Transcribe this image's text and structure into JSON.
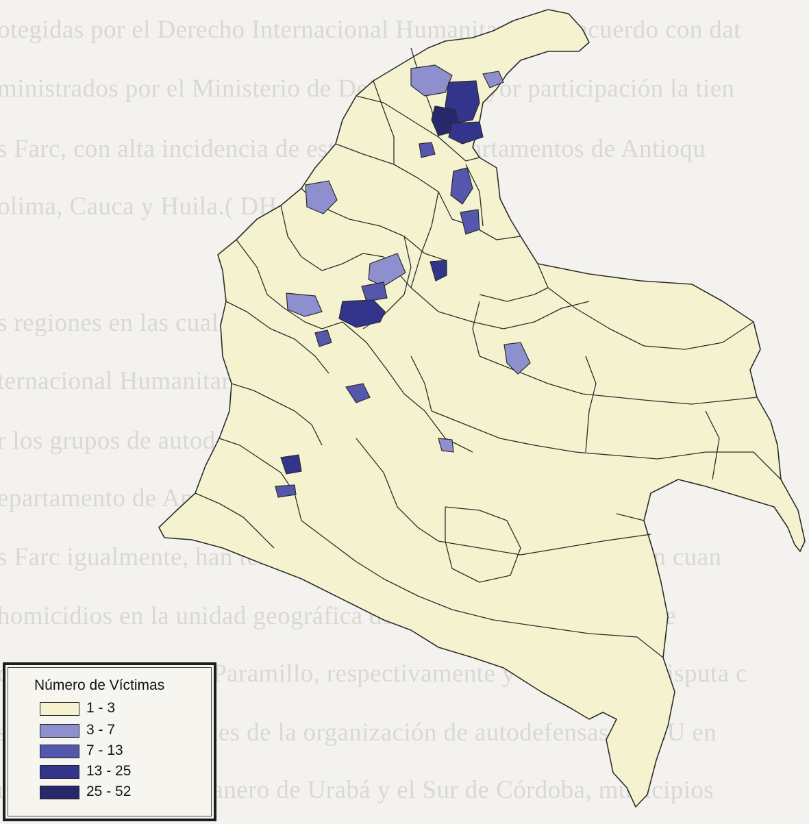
{
  "background_text": [
    "otegidas por el Derecho Internacional Humanitario. De acuerdo con dat",
    "ministrados por el Ministerio de Defensa la mayor participación la tien",
    "s Farc, con alta incidencia de estos en los departamentos de Antioqu",
    "olima, Cauca y Huila.( DH, 2002).",
    "",
    "s regiones en las cuales se presentaron infracciones al Derec",
    "ternacional Humanitario, fueron aquellas en las que han aconte",
    "r los grupos de autodefensas y las comunidades afectadas en",
    "epartamento de Antioquia.",
    "s Farc igualmente, han tenido injerencia en la grave situación en cuan",
    "homicidios en la unidad geográfica de Chocó y Córdoba, cordille",
    "ccidental y Nudo de Paramillo, respectivamente y las zonas de disputa c",
    "s bastiones importantes de la organización de autodefensas ACCU en",
    "unicipios del eje bananero de Urabá y el Sur de Córdoba, municipios"
  ],
  "legend": {
    "title": "Número de Víctimas",
    "classes": [
      {
        "label": "1 - 3",
        "color": "#f5f3cf"
      },
      {
        "label": "3 - 7",
        "color": "#8d8fcf"
      },
      {
        "label": "7 - 13",
        "color": "#5557ad"
      },
      {
        "label": "13 - 25",
        "color": "#33348c"
      },
      {
        "label": "25 - 52",
        "color": "#27286b"
      }
    ]
  },
  "map": {
    "fill_default": "#f5f3cf",
    "border_color": "#2b2b2b"
  }
}
